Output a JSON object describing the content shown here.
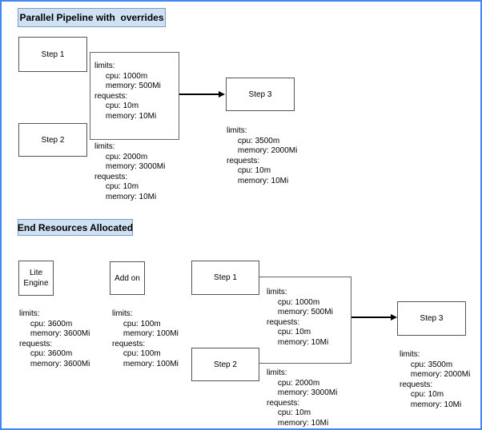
{
  "diagram": {
    "colors": {
      "frame_border": "#4285f4",
      "title_fill": "#cfe2f3",
      "title_border": "#7e9cc0",
      "node_border": "#555555",
      "connector": "#666666",
      "arrow": "#000000"
    },
    "top_section": {
      "title": "Parallel Pipeline with  overrides",
      "steps": {
        "step1": "Step 1",
        "step2": "Step 2",
        "step3": "Step 3"
      },
      "resources": {
        "step1": [
          "limits:",
          "     cpu: 1000m",
          "     memory: 500Mi",
          "requests:",
          "     cpu: 10m",
          "     memory: 10Mi"
        ],
        "step2": [
          "limits:",
          "     cpu: 2000m",
          "     memory: 3000Mi",
          "requests:",
          "     cpu: 10m",
          "     memory: 10Mi"
        ],
        "step3": [
          "limits:",
          "     cpu: 3500m",
          "     memory: 2000Mi",
          "requests:",
          "     cpu: 10m",
          "     memory: 10Mi"
        ]
      }
    },
    "bottom_section": {
      "title": "End Resources Allocated",
      "steps": {
        "lite_engine": "Lite Engine",
        "addon": "Add on",
        "step1": "Step 1",
        "step2": "Step 2",
        "step3": "Step 3"
      },
      "resources": {
        "lite_engine": [
          "limits:",
          "     cpu: 3600m",
          "     memory: 3600Mi",
          "requests:",
          "     cpu: 3600m",
          "     memory: 3600Mi"
        ],
        "addon": [
          "limits:",
          "     cpu: 100m",
          "     memory: 100Mi",
          "requests:",
          "     cpu: 100m",
          "     memory: 100Mi"
        ],
        "step1": [
          "limits:",
          "     cpu: 1000m",
          "     memory: 500Mi",
          "requests:",
          "     cpu: 10m",
          "     memory: 10Mi"
        ],
        "step2": [
          "limits:",
          "     cpu: 2000m",
          "     memory: 3000Mi",
          "requests:",
          "     cpu: 10m",
          "     memory: 10Mi"
        ],
        "step3": [
          "limits:",
          "     cpu: 3500m",
          "     memory: 2000Mi",
          "requests:",
          "     cpu: 10m",
          "     memory: 10Mi"
        ]
      }
    }
  }
}
